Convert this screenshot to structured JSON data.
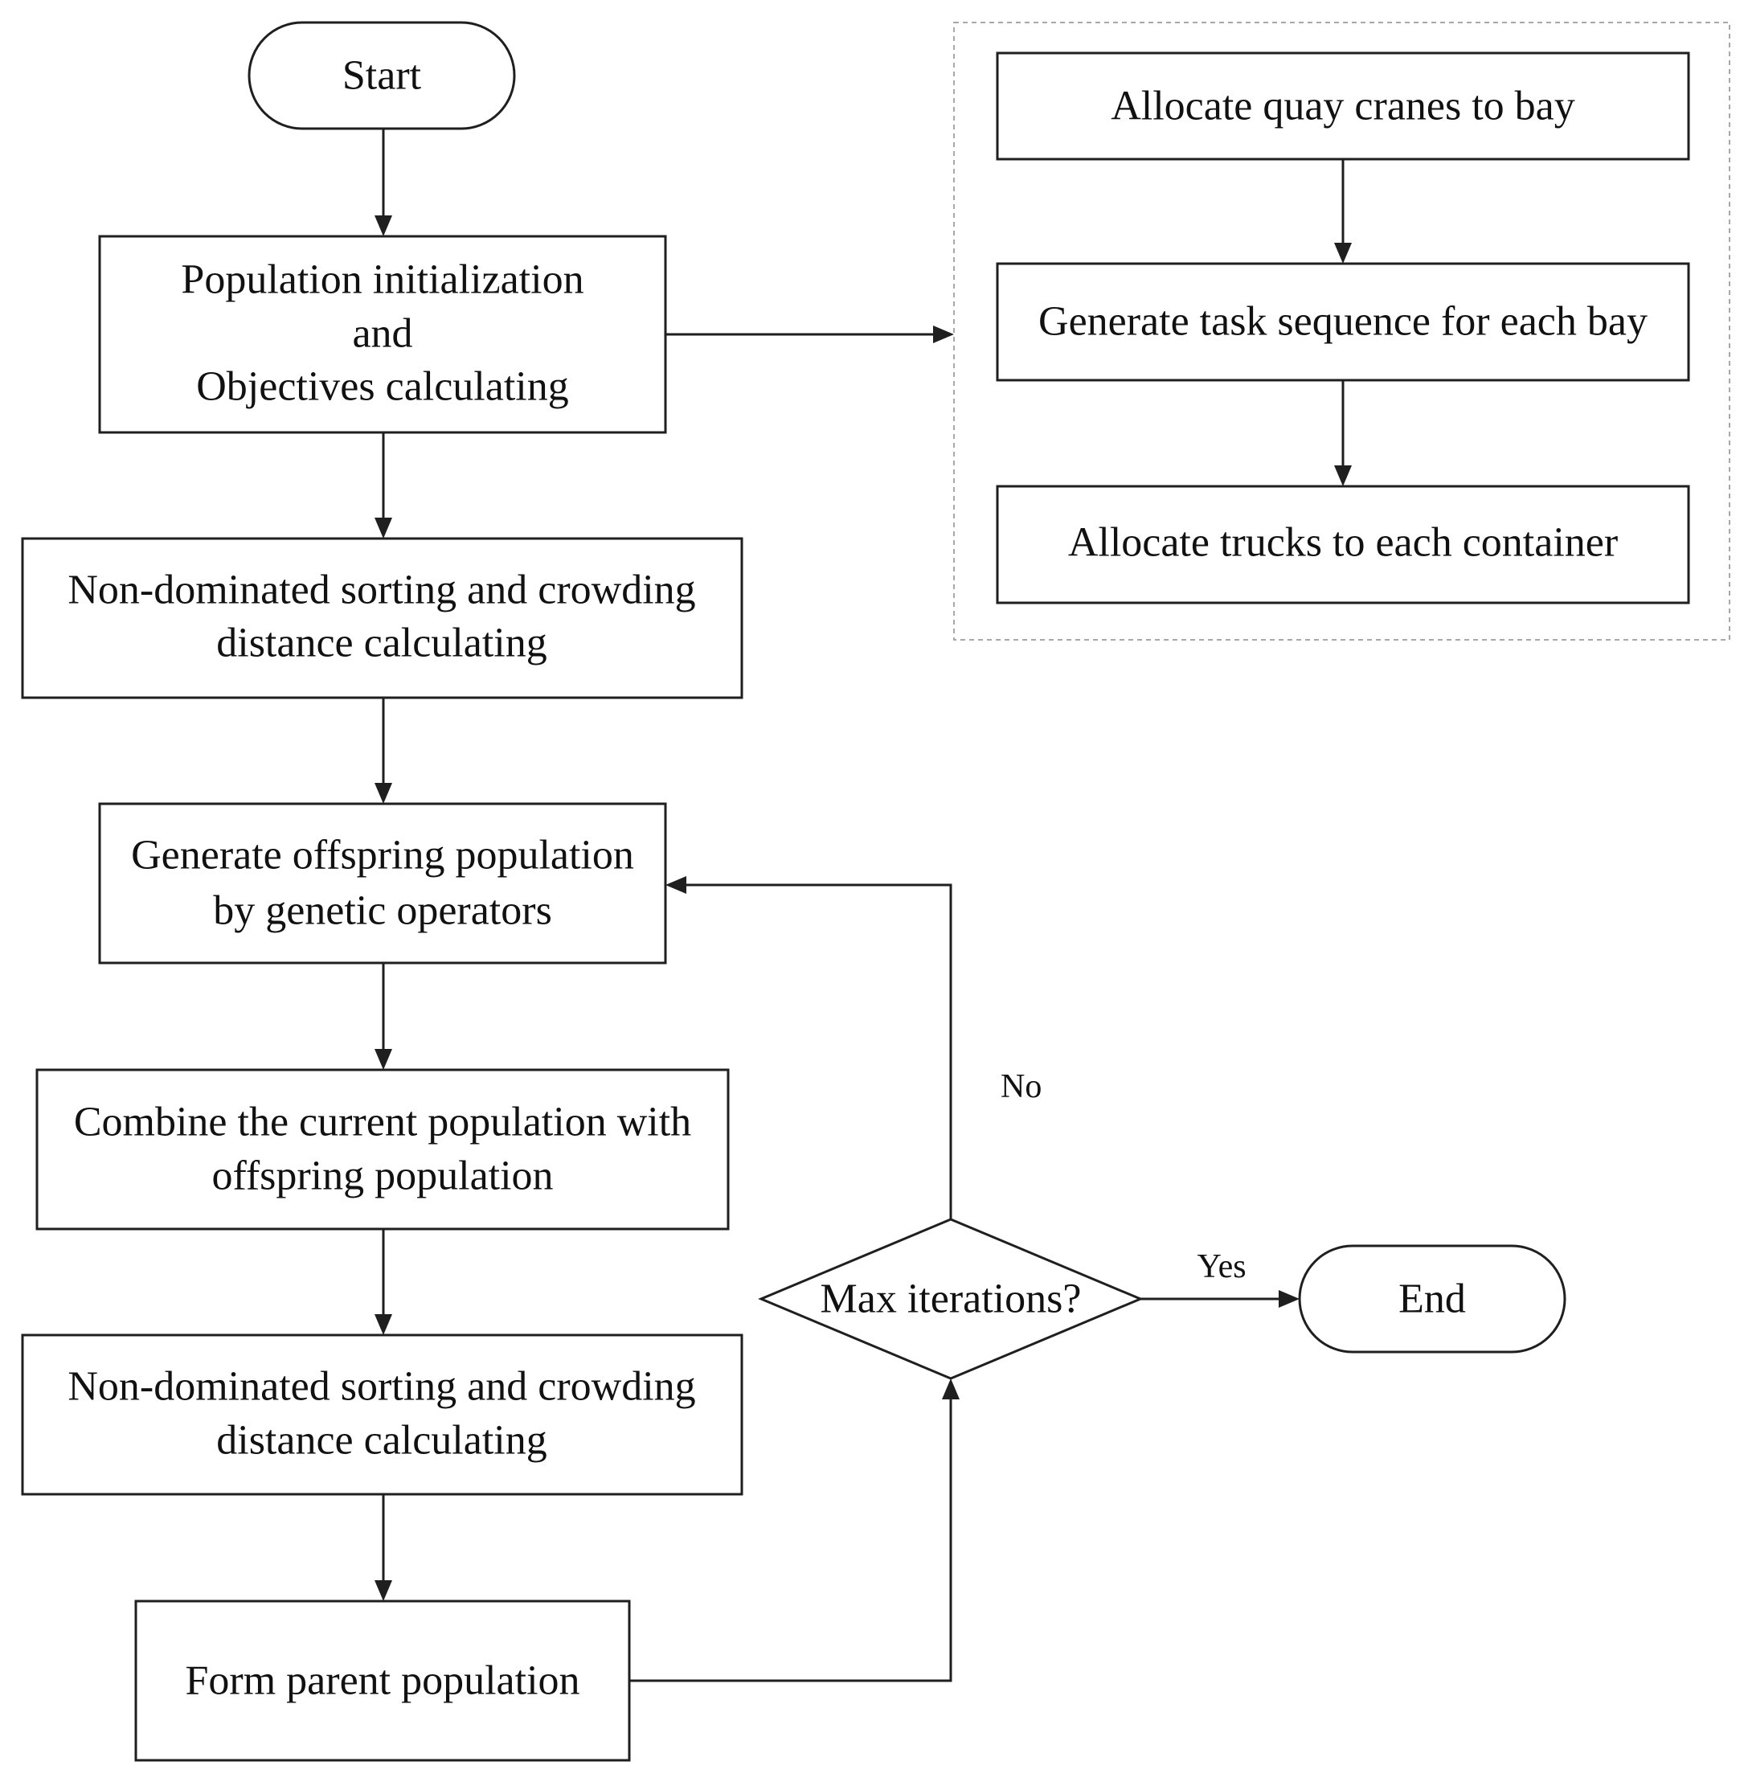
{
  "diagram": {
    "start": "Start",
    "init": [
      "Population initialization",
      "and",
      "Objectives calculating"
    ],
    "sort_1": [
      "Non-dominated sorting and crowding",
      "distance calculating"
    ],
    "offspring": [
      "Generate offspring population",
      "by genetic operators"
    ],
    "combine": [
      "Combine the current population with",
      "offspring population"
    ],
    "sort_2": [
      "Non-dominated sorting and crowding",
      "distance calculating"
    ],
    "parent": "Form parent population",
    "decision": "Max iterations?",
    "end": "End",
    "detail_steps": {
      "allocate_cranes": "Allocate quay cranes to bay",
      "task_sequence": "Generate task sequence for each bay",
      "allocate_trucks": "Allocate trucks to each container"
    },
    "edge_labels": {
      "no": "No",
      "yes": "Yes"
    }
  }
}
